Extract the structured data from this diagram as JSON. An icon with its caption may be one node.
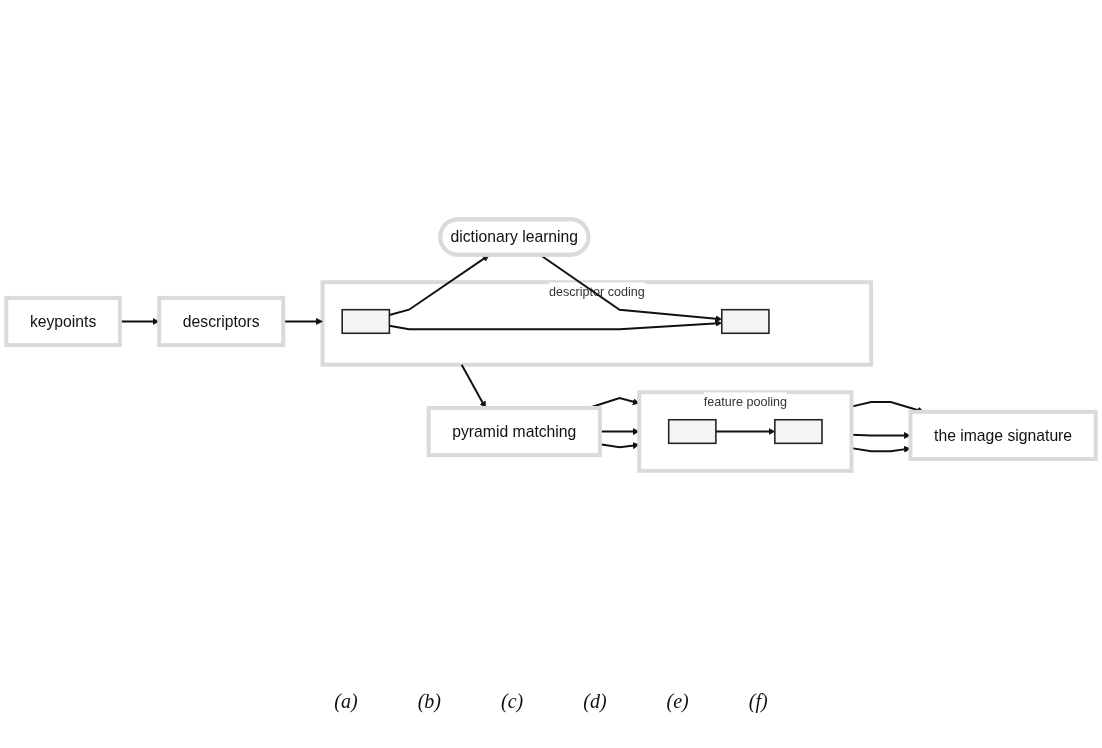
{
  "diagram": {
    "nodes": [
      {
        "text": [
          "keypoints"
        ]
      },
      {
        "text": [
          "descriptors"
        ]
      },
      {
        "text": [
          "descriptor coding"
        ]
      },
      {
        "text": [
          "dictionary learning"
        ]
      },
      {
        "text": [],
        "shape": "box",
        "in": 2
      },
      {
        "text": [],
        "shape": "box",
        "in": 2
      },
      {
        "text": [
          "pyramid matching"
        ]
      },
      {
        "text": [
          "feature pooling"
        ]
      },
      {
        "text": [],
        "shape": "box",
        "in": 7
      },
      {
        "text": [],
        "shape": "box",
        "in": 7
      },
      {
        "text": [
          "the image signature"
        ]
      }
    ],
    "edges": [
      {
        "from": 0,
        "to": 1,
        "arrow": "to"
      },
      {
        "from": 1,
        "to": 2,
        "arrow": "to"
      },
      {
        "from": 4,
        "to": 3,
        "arrow": "to"
      },
      {
        "from": 3,
        "to": 5,
        "arrow": "to"
      },
      {
        "from": 4,
        "to": 5,
        "arrow": "to"
      },
      {
        "from": 2,
        "to": 6,
        "arrow": "to"
      },
      {
        "from": 6,
        "to": 7,
        "arrow": "to"
      },
      {
        "from": 6,
        "to": 7,
        "arrow": "to"
      },
      {
        "from": 6,
        "to": 7,
        "arrow": "to"
      },
      {
        "from": 8,
        "to": 9,
        "arrow": "to"
      },
      {
        "from": 7,
        "to": 10,
        "arrow": "to"
      },
      {
        "from": 7,
        "to": 10,
        "arrow": "to"
      },
      {
        "from": 7,
        "to": 10,
        "arrow": "to"
      }
    ],
    "labels": [
      "(a)",
      "(b)",
      "(c)",
      "(d)",
      "(e)",
      "(f)"
    ]
  }
}
